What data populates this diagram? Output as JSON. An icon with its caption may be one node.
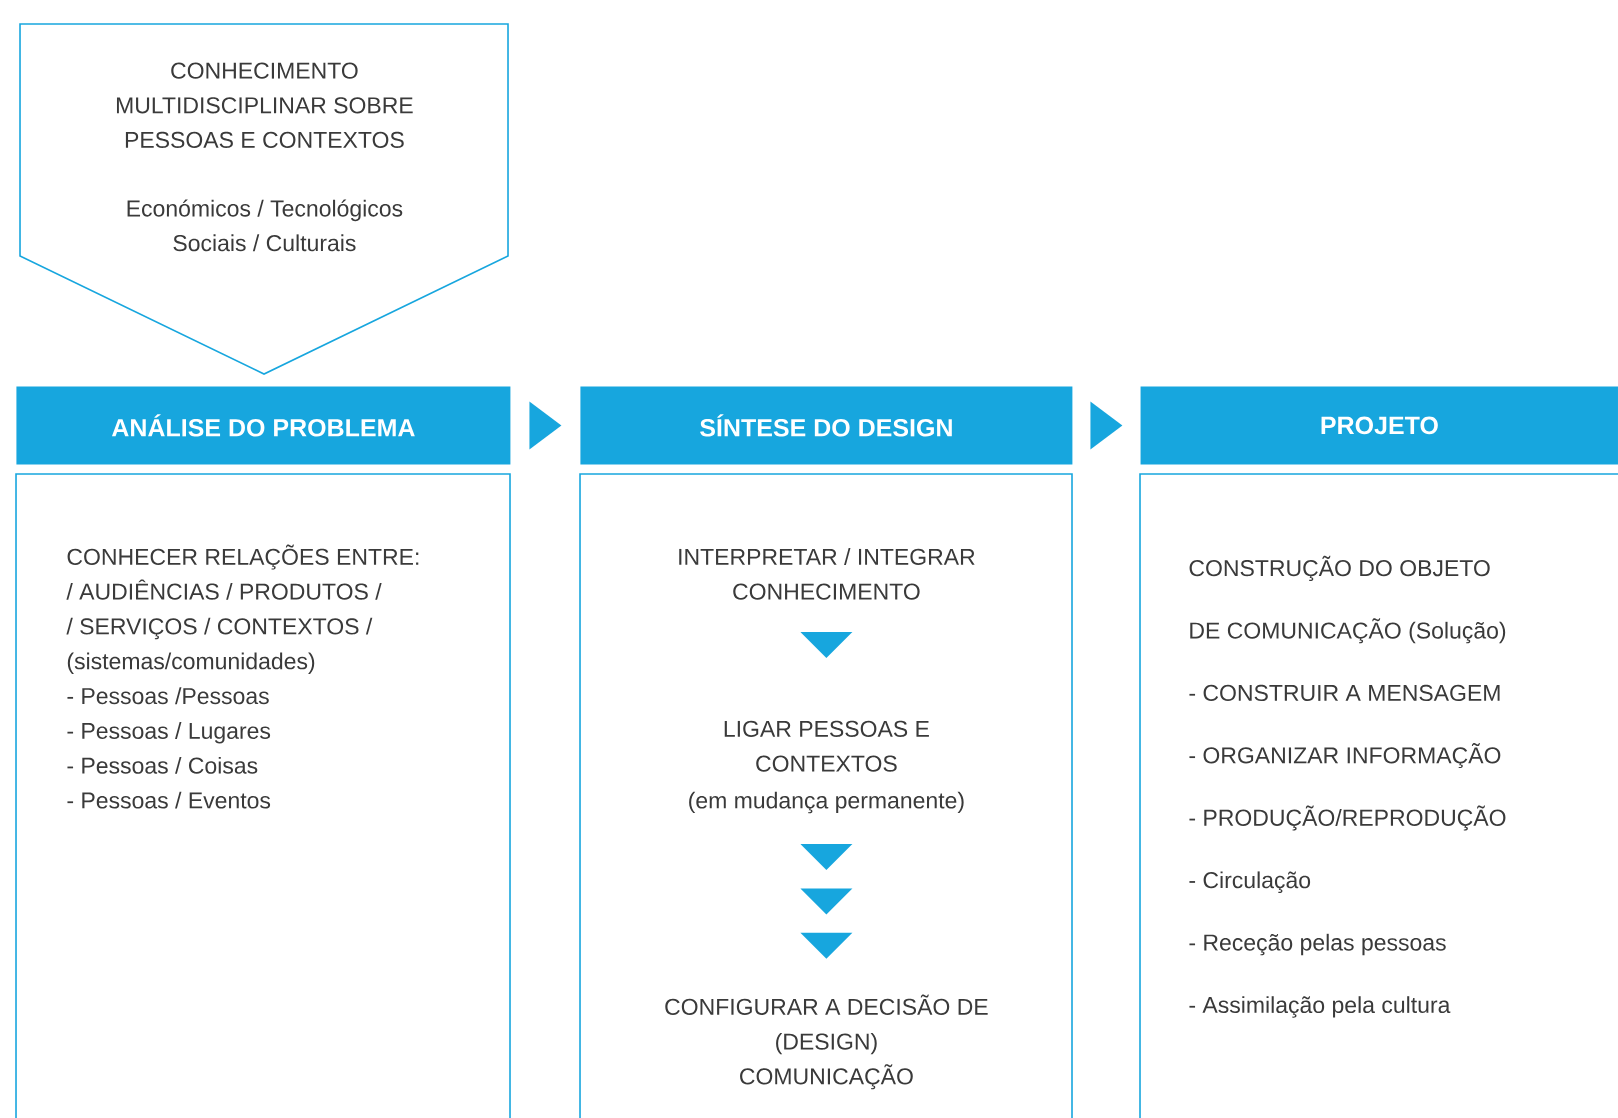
{
  "diagram": {
    "nodes": [
      {
        "text": [
          "CONHECIMENTO MULTIDISCIPLINAR SOBRE PESSOAS E CONTEXTOS",
          "Económicos / Tecnológicos",
          "Sociais / Culturais"
        ]
      },
      {
        "text": [
          "ANÁLISE DO PROBLEMA"
        ]
      },
      {
        "text": [
          "CONHECER RELAÇÕES ENTRE:",
          "/ AUDIÊNCIAS / PRODUTOS /",
          "/ SERVIÇOS / CONTEXTOS /",
          "(sistemas/comunidades)",
          "- Pessoas /Pessoas",
          "- Pessoas / Lugares",
          "- Pessoas / Coisas",
          "- Pessoas / Eventos"
        ]
      },
      {
        "text": [
          "SÍNTESE DO DESIGN"
        ]
      },
      {
        "text": [],
        "shape": "box"
      },
      {
        "text": [
          "INTERPRETAR / INTEGRAR CONHECIMENTO"
        ],
        "in": 4
      },
      {
        "text": [
          "LIGAR PESSOAS E CONTEXTOS",
          "(em mudança permanente)"
        ],
        "in": 4
      },
      {
        "text": [
          "CONFIGURAR A DECISÃO DE",
          "(DESIGN)",
          "COMUNICAÇÃO"
        ],
        "in": 4
      },
      {
        "text": [
          "PROJETO"
        ]
      },
      {
        "text": [
          "CONSTRUÇÃO DO OBJETO",
          "DE COMUNICAÇÃO (Solução)",
          "- CONSTRUIR A MENSAGEM",
          "- ORGANIZAR INFORMAÇÃO",
          "- PRODUÇÃO/REPRODUÇÃO",
          "- Circulação",
          "- Receção pelas pessoas",
          "- Assimilação pela cultura"
        ]
      }
    ],
    "edges": [
      {
        "from": 1,
        "to": 3,
        "arrow": "to"
      },
      {
        "from": 3,
        "to": 8,
        "arrow": "to"
      },
      {
        "from": 5,
        "to": 6,
        "arrow": "to"
      },
      {
        "from": 6,
        "to": 7,
        "arrow": "to"
      }
    ]
  }
}
